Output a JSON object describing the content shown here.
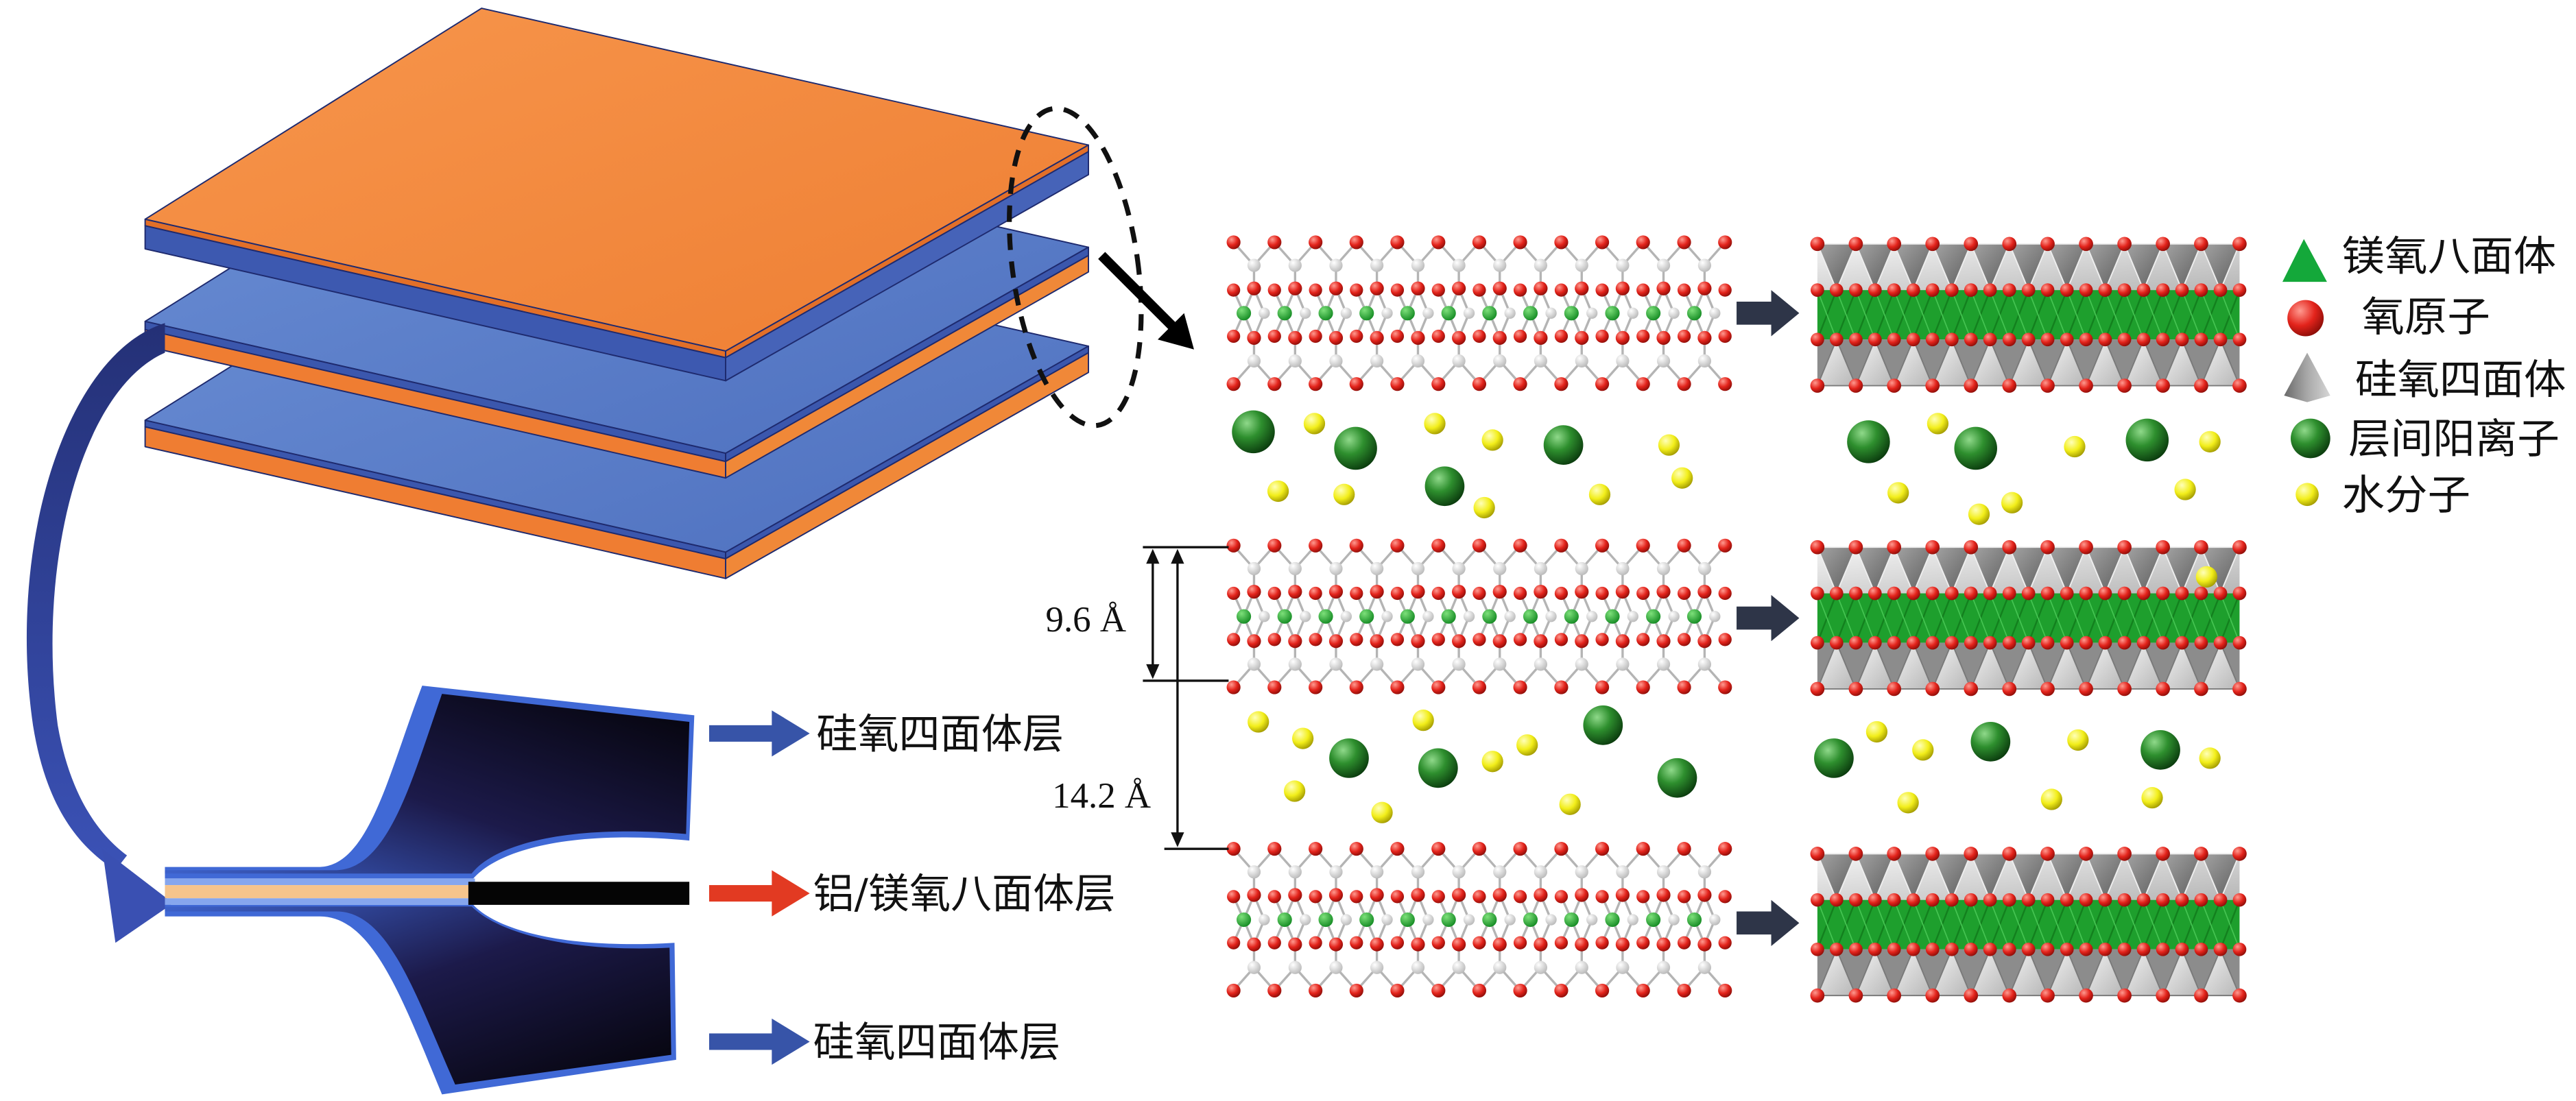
{
  "figure": {
    "layer_labels": {
      "upper_tetrahedral_sheet": "硅氧四面体层",
      "octahedral_sheet": "铝/镁氧八面体层",
      "lower_tetrahedral_sheet": "硅氧四面体层"
    },
    "dimensions": {
      "layer_thickness": "9.6 Å",
      "basal_spacing": "14.2 Å"
    },
    "legend": [
      {
        "label": "镁氧八面体",
        "icon": "green-triangle-icon",
        "color": "#14a83a"
      },
      {
        "label": "氧原子",
        "icon": "red-sphere-icon",
        "color": "#e3231b"
      },
      {
        "label": "硅氧四面体",
        "icon": "grey-pyramid-icon",
        "color": "#9a9a9a"
      },
      {
        "label": "层间阳离子",
        "icon": "green-sphere-icon",
        "color": "#1f7a22"
      },
      {
        "label": "水分子",
        "icon": "yellow-sphere-icon",
        "color": "#f2ee1a"
      }
    ],
    "colors": {
      "plate_orange": "#f28a3e",
      "plate_blue": "#5b7fc8",
      "arrow_blue": "#3754a8",
      "arrow_red": "#e23a22",
      "octahedral_green": "#1e9f2d"
    }
  }
}
